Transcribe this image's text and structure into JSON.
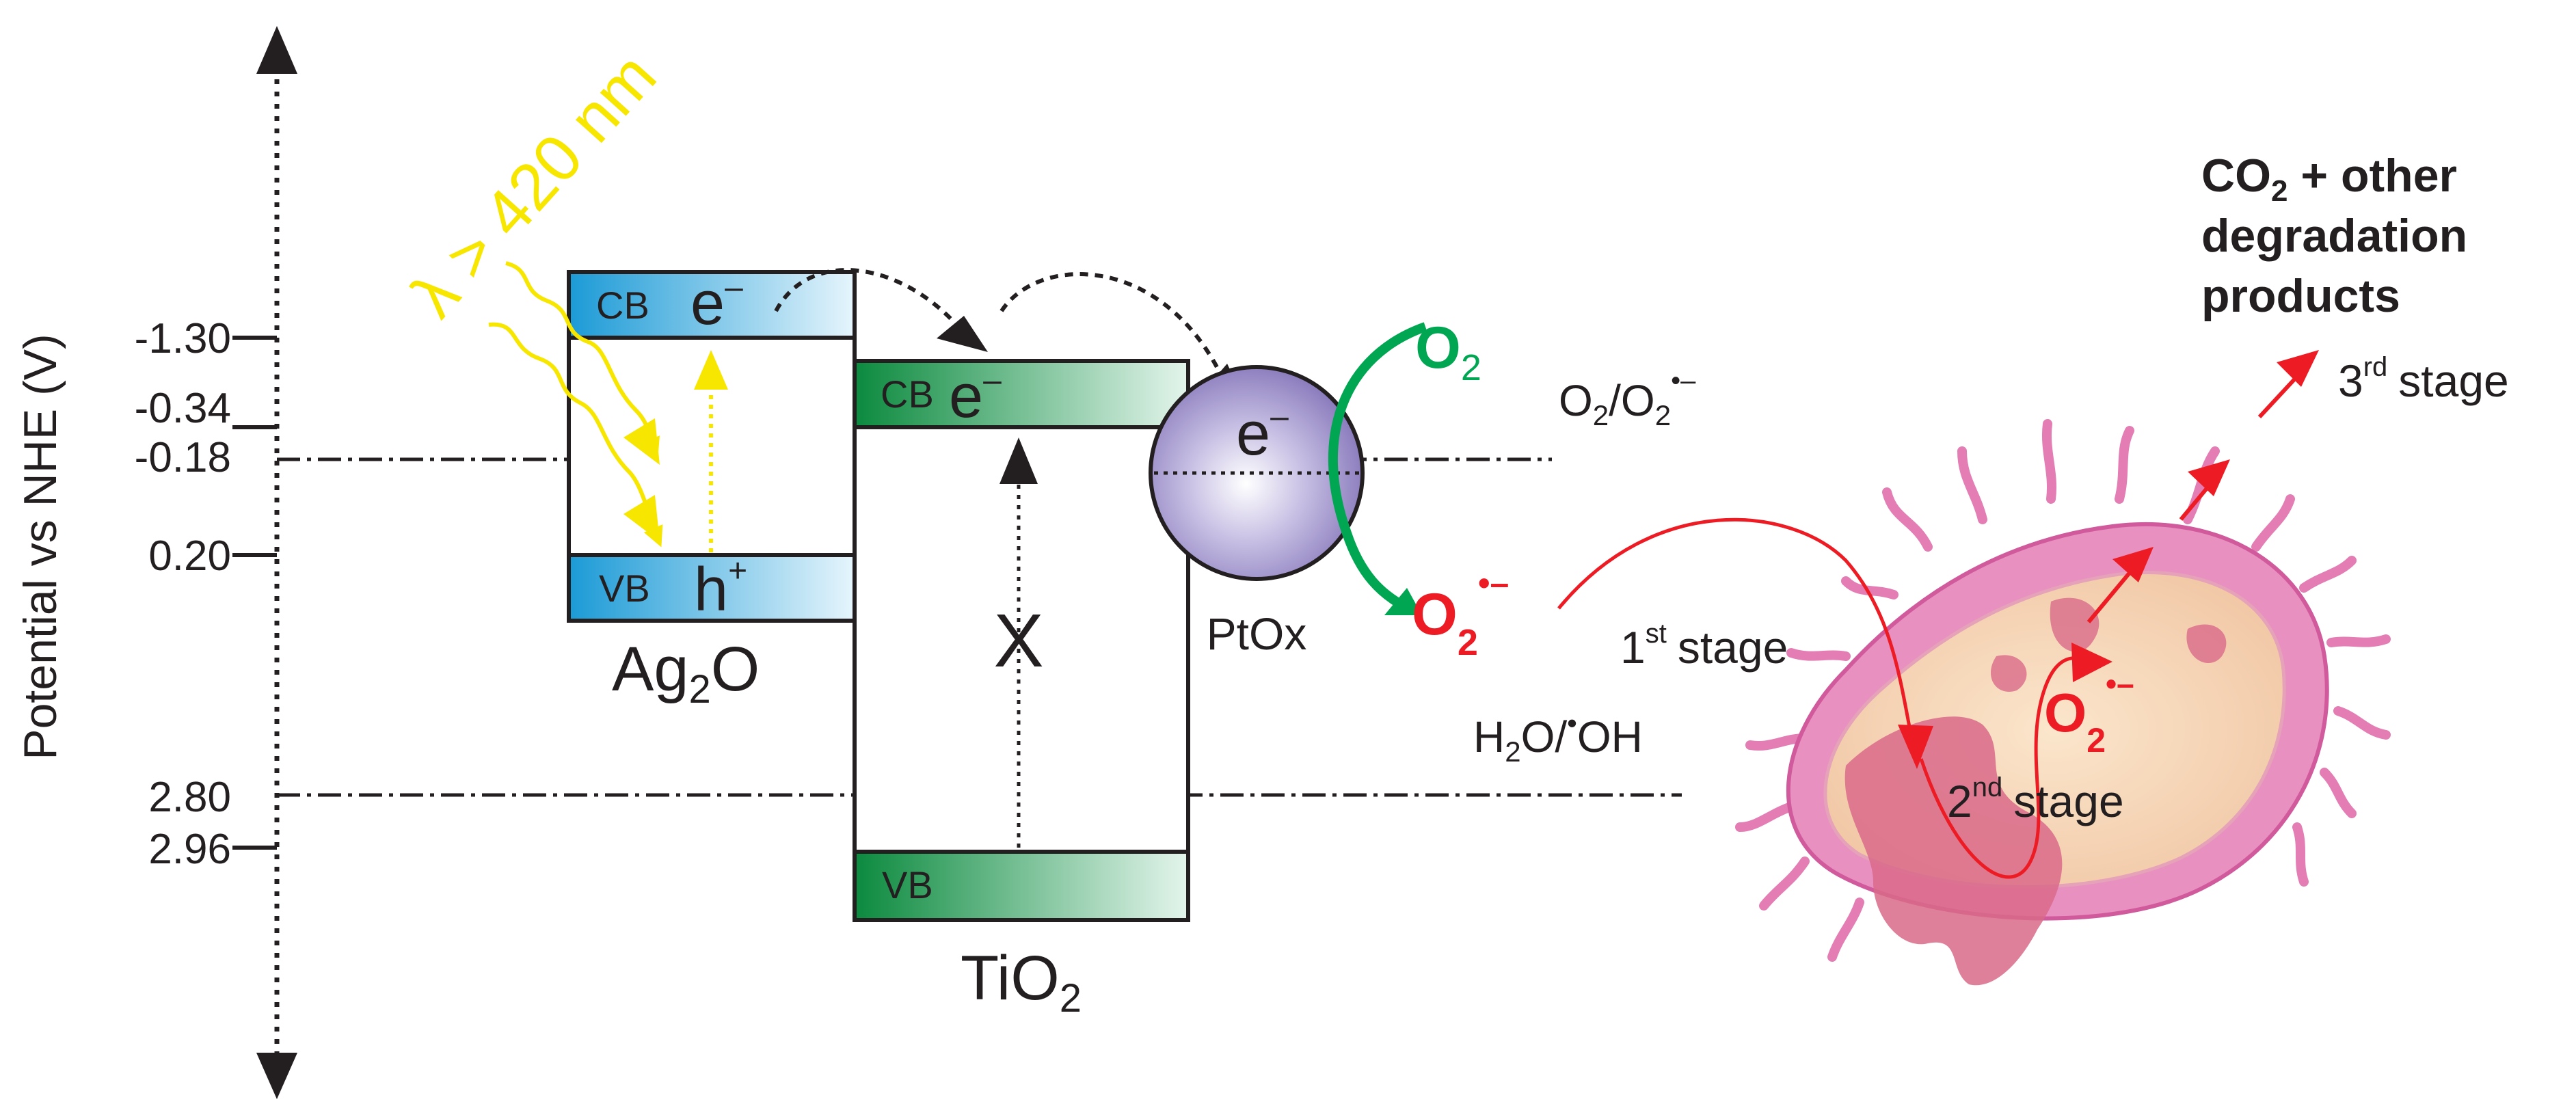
{
  "axis": {
    "label": "Potential vs NHE (V)",
    "ticks": [
      "-1.30",
      "-0.34",
      "-0.18",
      "0.20",
      "2.80",
      "2.96"
    ]
  },
  "light": {
    "label": "λ > 420 nm"
  },
  "ag2o": {
    "cb_label": "CB",
    "electron": "e",
    "electron_sup": "–",
    "vb_label": "VB",
    "hole": "h",
    "hole_sup": "+",
    "name_main": "Ag",
    "name_sub": "2",
    "name_end": "O"
  },
  "tio2": {
    "cb_label": "CB",
    "electron": "e",
    "electron_sup": "–",
    "vb_label": "VB",
    "cross": "X",
    "name_main": "TiO",
    "name_sub": "2"
  },
  "ptox": {
    "electron": "e",
    "electron_sup": "–",
    "label": "PtOx"
  },
  "oxygen": {
    "o2_main": "O",
    "o2_sub": "2"
  },
  "superoxide": {
    "main": "O",
    "sub": "2",
    "sup": "•–"
  },
  "redox": {
    "o2_couple_a": "O",
    "o2_couple_sub1": "2",
    "o2_couple_b": "/O",
    "o2_couple_sub2": "2",
    "o2_couple_sup": "•–",
    "oh_couple_a": "H",
    "oh_couple_sub": "2",
    "oh_couple_b": "O/",
    "oh_couple_sup": "•",
    "oh_couple_c": "OH"
  },
  "stages": {
    "first_num": "1",
    "first_sup": "st",
    "first_word": "stage",
    "second_num": "2",
    "second_sup": "nd",
    "second_word": "stage",
    "third_num": "3",
    "third_sup": "rd",
    "third_word": "stage"
  },
  "products": {
    "line1_a": "CO",
    "line1_sub": "2",
    "line1_b": " + other",
    "line2": "degradation",
    "line3": "products"
  },
  "colors": {
    "light": "#f7e600",
    "cb_ag2o": "#1fa2de",
    "cb_tio2": "#0e9447",
    "oxygen_green": "#00a651",
    "superoxide_red": "#ed1c24",
    "ptox_sphere": "#9c8fc8",
    "bacteria_outer": "#e37db3",
    "bacteria_inner": "#f8d9b4"
  }
}
